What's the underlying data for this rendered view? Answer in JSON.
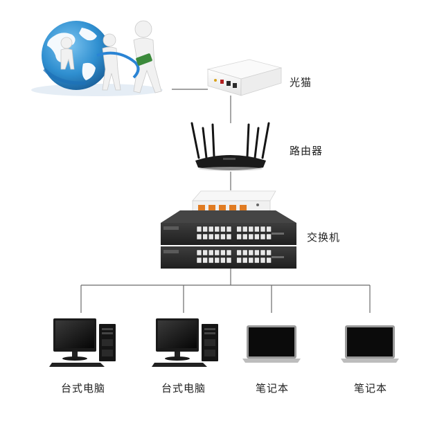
{
  "colors": {
    "line": "#6b6b6b",
    "globe_ocean": "#2f8fd0",
    "globe_land": "#ffffff",
    "device_white": "#f3f3f3",
    "device_dark": "#2b2b2b",
    "port_orange": "#e07b22",
    "screen": "#111111"
  },
  "labels": {
    "modem": "光猫",
    "router": "路由器",
    "switch": "交换机",
    "desktop1": "台式电脑",
    "desktop2": "台式电脑",
    "laptop1": "笔记本",
    "laptop2": "笔记本"
  },
  "icons": {
    "internet": "globe-with-figures-icon",
    "modem": "optical-modem-icon",
    "router": "wifi-router-icon",
    "switch": "network-switch-icon",
    "desktop": "desktop-computer-icon",
    "laptop": "laptop-icon"
  }
}
